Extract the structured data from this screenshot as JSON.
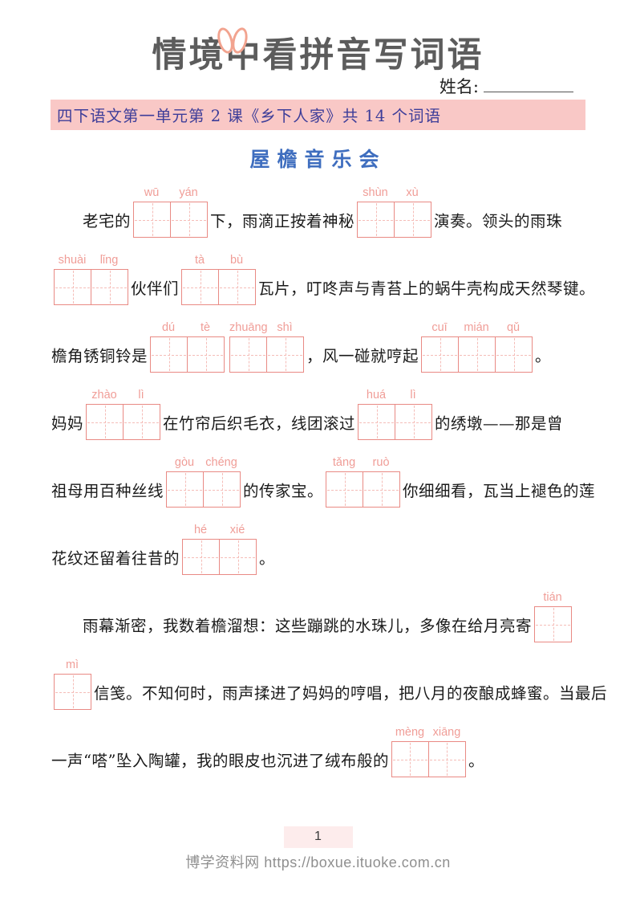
{
  "header": {
    "title": "情境中看拼音写词语",
    "name_label": "姓名:"
  },
  "banner": {
    "text": "四下语文第一单元第 2 课《乡下人家》共 14 个词语",
    "bg_color": "#f9c8c6",
    "text_color": "#3d3d99"
  },
  "doc_title": "屋檐音乐会",
  "colors": {
    "box_border": "#e98a84",
    "box_dash": "#f5bdb8",
    "pinyin": "#f09d97",
    "title_blue": "#3f6ebf"
  },
  "body": {
    "lines": [
      {
        "indent": true,
        "segments": [
          {
            "text": "老宅的"
          },
          {
            "pinyin": [
              "wū",
              "yán"
            ]
          },
          {
            "text": "下，雨滴正按着神秘"
          },
          {
            "pinyin": [
              "shùn",
              "xù"
            ]
          },
          {
            "text": "演奏。领头的雨珠"
          }
        ]
      },
      {
        "indent": false,
        "segments": [
          {
            "pinyin": [
              "shuài",
              "lǐng"
            ]
          },
          {
            "text": "伙伴们"
          },
          {
            "pinyin": [
              "tà",
              "bù"
            ]
          },
          {
            "text": "瓦片，叮咚声与青苔上的蜗牛壳构成天然琴键。"
          }
        ]
      },
      {
        "indent": false,
        "segments": [
          {
            "text": "檐角锈铜铃是"
          },
          {
            "pinyin": [
              "dú",
              "tè"
            ]
          },
          {
            "pinyin": [
              "zhuāng",
              "shì"
            ]
          },
          {
            "text": "，风一碰就哼起"
          },
          {
            "pinyin": [
              "cuī",
              "mián",
              "qǔ"
            ]
          },
          {
            "text": "。"
          }
        ]
      },
      {
        "indent": false,
        "segments": [
          {
            "text": "妈妈"
          },
          {
            "pinyin": [
              "zhào",
              "lì"
            ]
          },
          {
            "text": "在竹帘后织毛衣，线团滚过"
          },
          {
            "pinyin": [
              "huá",
              "lì"
            ]
          },
          {
            "text": "的绣墩——那是曾"
          }
        ]
      },
      {
        "indent": false,
        "segments": [
          {
            "text": "祖母用百种丝线"
          },
          {
            "pinyin": [
              "gòu",
              "chéng"
            ]
          },
          {
            "text": "的传家宝。"
          },
          {
            "pinyin": [
              "tǎng",
              "ruò"
            ]
          },
          {
            "text": "你细细看，瓦当上褪色的莲"
          }
        ]
      },
      {
        "indent": false,
        "segments": [
          {
            "text": "花纹还留着往昔的"
          },
          {
            "pinyin": [
              "hé",
              "xié"
            ]
          },
          {
            "text": "。"
          }
        ]
      },
      {
        "indent": true,
        "segments": [
          {
            "text": "雨幕渐密，我数着檐溜想：这些蹦跳的水珠儿，多像在给月亮寄"
          },
          {
            "pinyin": [
              "tián"
            ]
          }
        ]
      },
      {
        "indent": false,
        "segments": [
          {
            "pinyin": [
              "mì"
            ]
          },
          {
            "text": "信笺。不知何时，雨声揉进了妈妈的哼唱，把八月的夜酿成蜂蜜。当最后"
          }
        ]
      },
      {
        "indent": false,
        "segments": [
          {
            "text": "一声“嗒”坠入陶罐，我的眼皮也沉进了绒布般的"
          },
          {
            "pinyin": [
              "mèng",
              "xiāng"
            ]
          },
          {
            "text": "。"
          }
        ]
      }
    ]
  },
  "footer": {
    "page_number": "1",
    "site_text": "博学资料网 https://boxue.ituoke.com.cn"
  }
}
